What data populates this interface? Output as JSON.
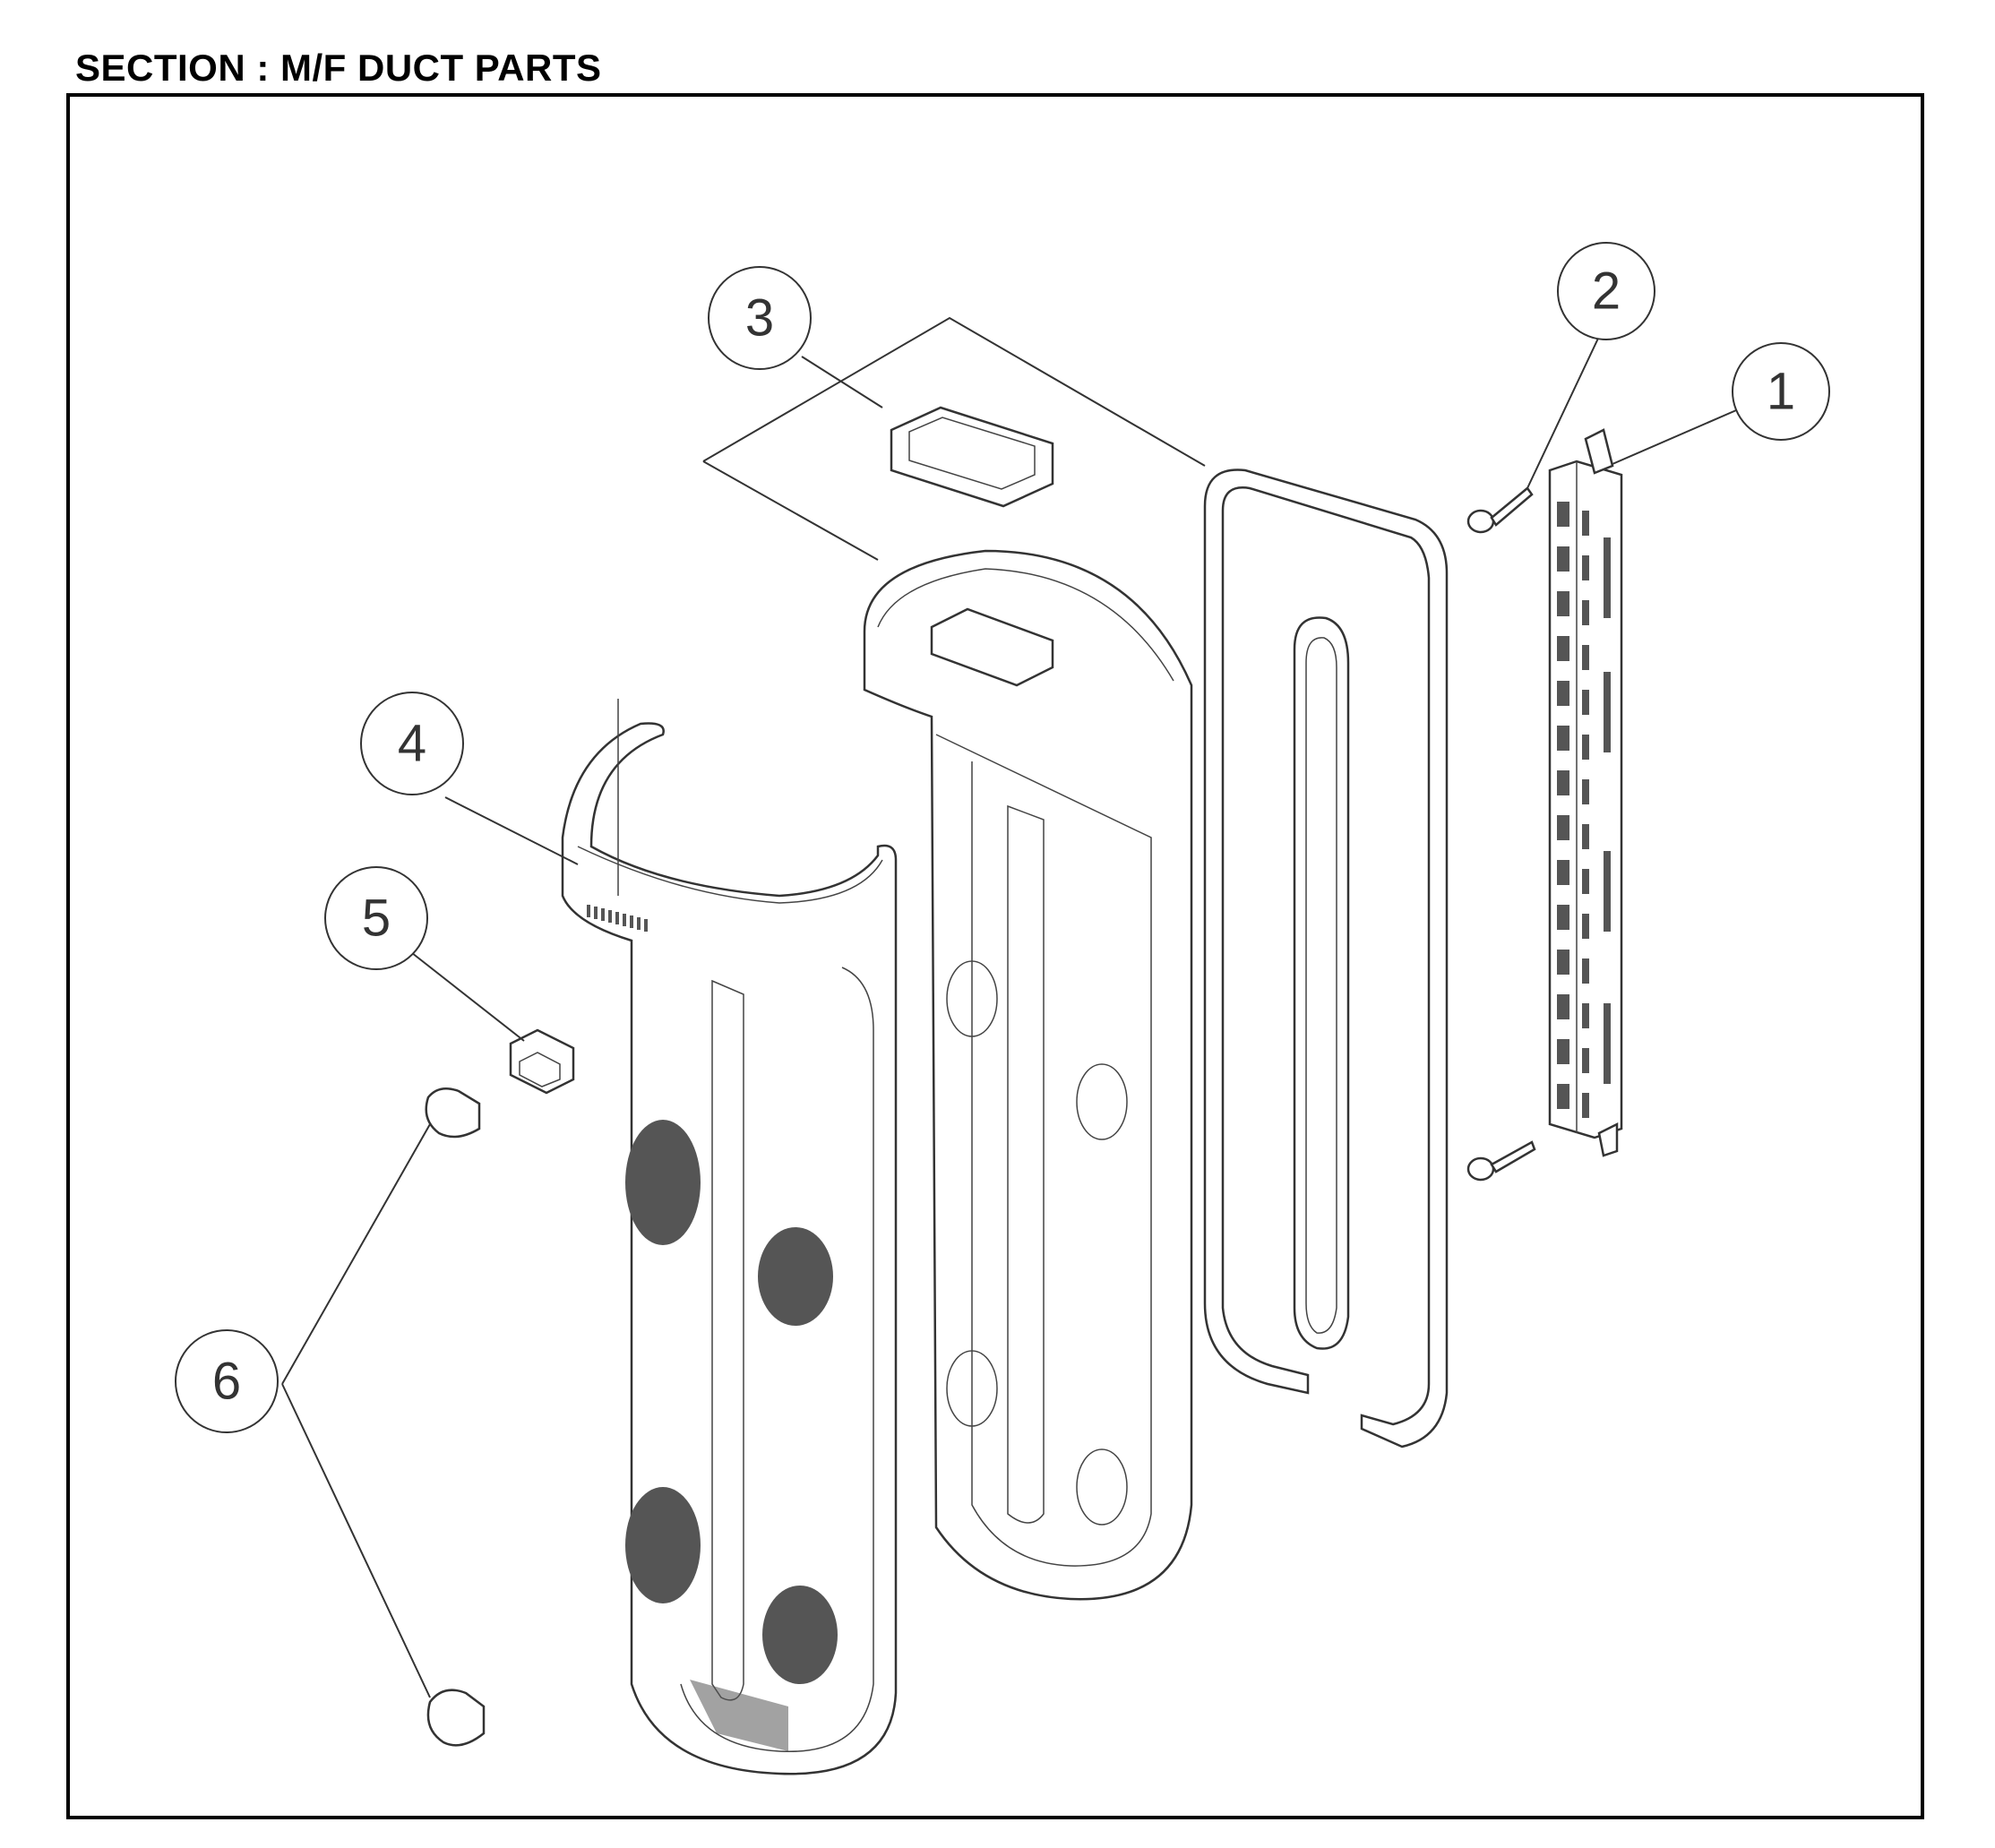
{
  "header": {
    "title": "SECTION : M/F DUCT PARTS"
  },
  "callouts": [
    {
      "id": "1",
      "label": "1"
    },
    {
      "id": "2",
      "label": "2"
    },
    {
      "id": "3",
      "label": "3"
    },
    {
      "id": "4",
      "label": "4"
    },
    {
      "id": "5",
      "label": "5"
    },
    {
      "id": "6",
      "label": "6"
    }
  ],
  "colors": {
    "line": "#333333",
    "background": "#ffffff"
  }
}
